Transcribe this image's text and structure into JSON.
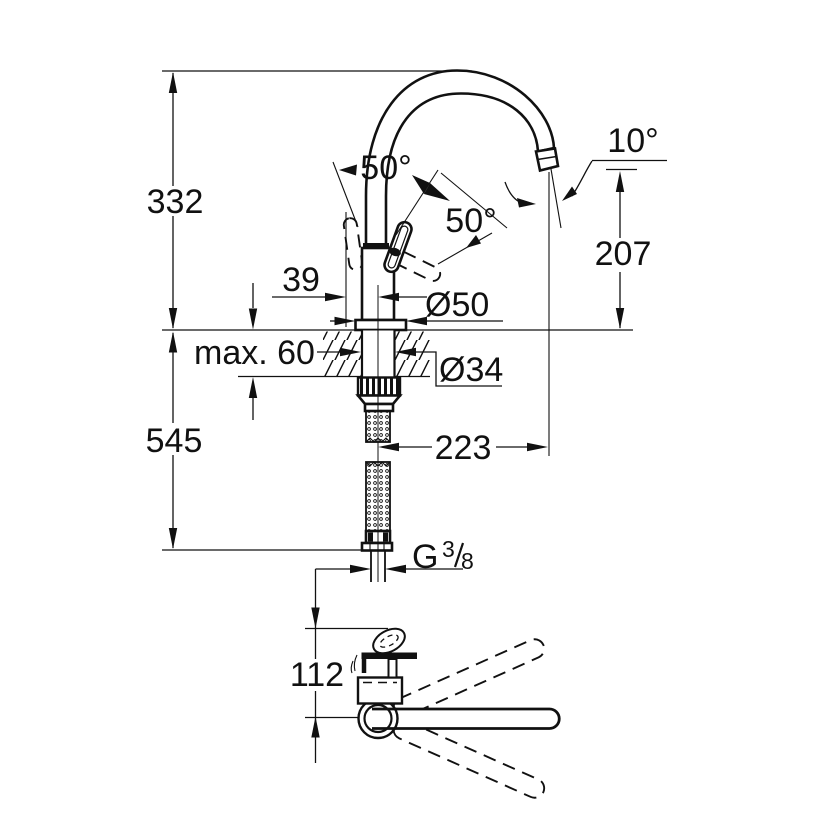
{
  "drawing": {
    "title": "kitchen-faucet-dimension-drawing",
    "background": "#ffffff",
    "line_color": "#111111",
    "views": [
      "front-elevation-with-mounting",
      "top-plan-with-swivel-range"
    ],
    "labels": {
      "height_above_counter": "332",
      "length_below_counter": "545",
      "counter_thickness": "max. 60",
      "handle_to_center": "39",
      "base_diameter": "Ø50",
      "shank_diameter": "Ø34",
      "spout_reach": "223",
      "spout_height": "207",
      "handle_angle_open": "50°",
      "handle_angle_side": "50°",
      "outlet_angle": "10°",
      "handle_clearance": "112",
      "thread_g": "G",
      "thread_num": "3",
      "thread_den": "8",
      "thread_full": "G 3/8"
    }
  }
}
